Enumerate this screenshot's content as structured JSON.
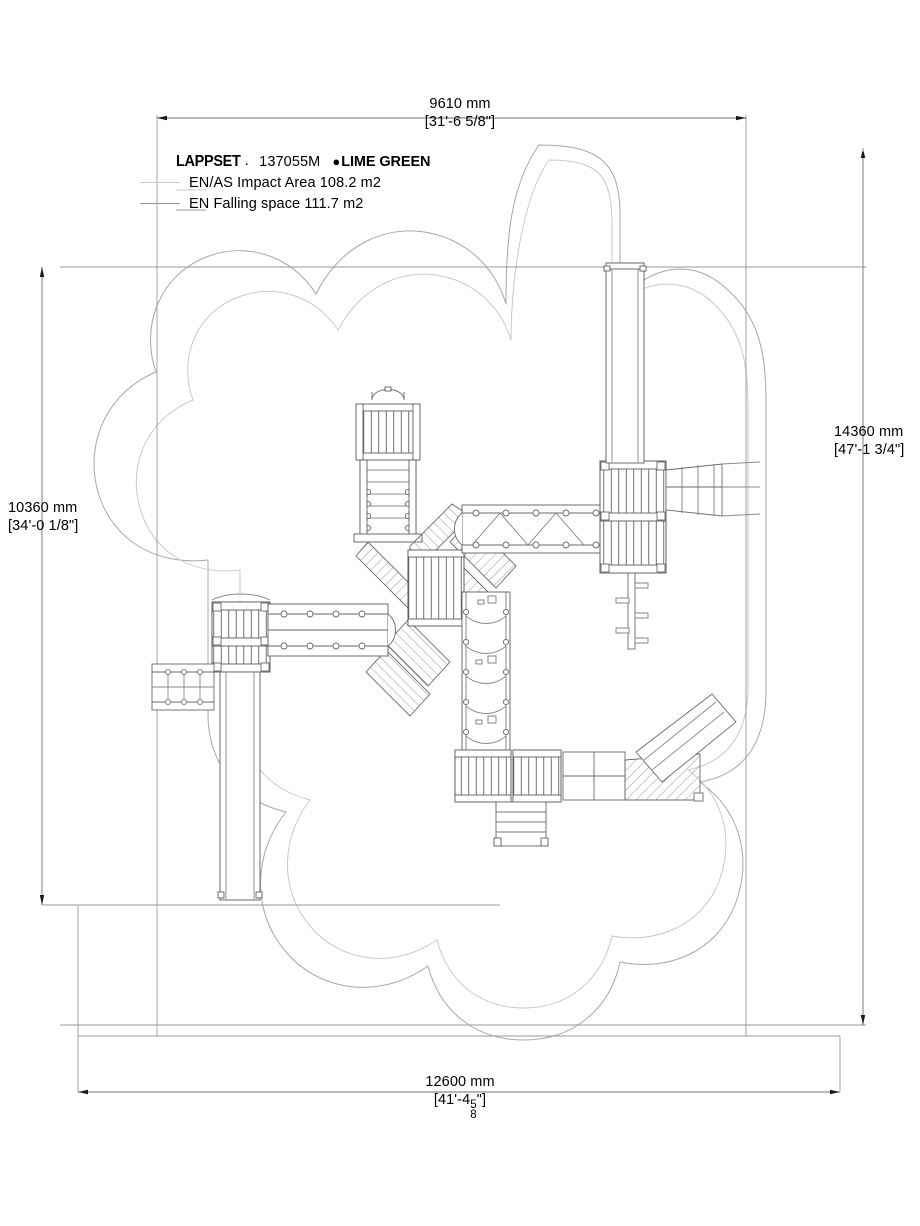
{
  "drawing": {
    "type": "playground-equipment-plan",
    "units_primary": "mm",
    "units_secondary": "feet-inches"
  },
  "legend": {
    "brand": "LAPPSET",
    "brand_dot": ".",
    "product_code": "137055M",
    "color_bullet": "●",
    "color_name": "LIME GREEN",
    "rows": [
      {
        "label": "EN/AS Impact Area 108.2 m2",
        "swatch_color": "#c8c8c8"
      },
      {
        "label": "EN Falling space 111.7 m2",
        "swatch_color": "#9a9a9a"
      }
    ]
  },
  "dimensions": {
    "top": {
      "metric": "9610 mm",
      "imperial": "[31'-6 5/8\"]"
    },
    "bottom": {
      "metric": "12600 mm",
      "imperial_prefix": "[41'-4",
      "imperial_num": "5",
      "imperial_den": "8",
      "imperial_suffix": "\"]"
    },
    "left": {
      "metric": "10360 mm",
      "imperial": "[34'-0 1/8\"]"
    },
    "right": {
      "metric": "14360 mm",
      "imperial": "[47'-1 3/4\"]"
    }
  },
  "areas": {
    "impact_area": "108.2 m2",
    "falling_space": "111.7 m2"
  },
  "colors": {
    "line": "#000000",
    "outline_impact": "#c9c9c9",
    "outline_falling": "#a8a8a8",
    "dimension_line": "#9a9a9a",
    "structure_line": "#555555",
    "structure_fill": "#fdfdfd",
    "hatch": "#8d8d8d"
  }
}
